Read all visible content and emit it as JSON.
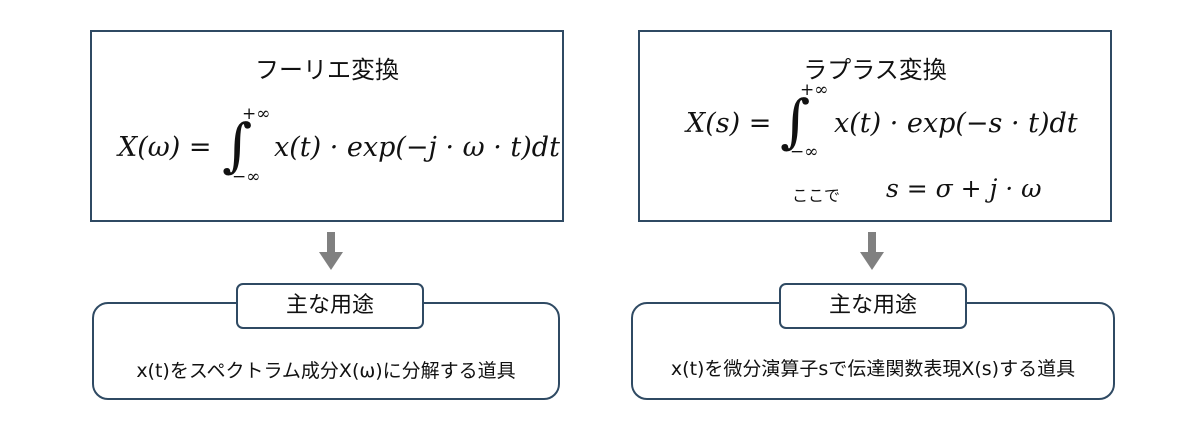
{
  "fourier": {
    "title": "フーリエ変換",
    "lhs": "X(ω) =",
    "upper_limit": "+∞",
    "lower_limit": "−∞",
    "integrand": "x(t) · exp(−j · ω · t)dt",
    "usage_label": "主な用途",
    "usage_text": "x(t)をスペクトラム成分X(ω)に分解する道具"
  },
  "laplace": {
    "title": "ラプラス変換",
    "lhs": "X(s) =",
    "upper_limit": "+∞",
    "lower_limit": "−∞",
    "integrand": "x(t) · exp(−s · t)dt",
    "where_label": "ここで",
    "where_formula": "s = σ + j · ω",
    "usage_label": "主な用途",
    "usage_text": "x(t)を微分演算子sで伝達関数表現X(s)する道具"
  },
  "colors": {
    "border": "#2f4a63",
    "arrow": "#808080"
  },
  "icons": {
    "flow_arrow": "down-arrow-icon"
  }
}
